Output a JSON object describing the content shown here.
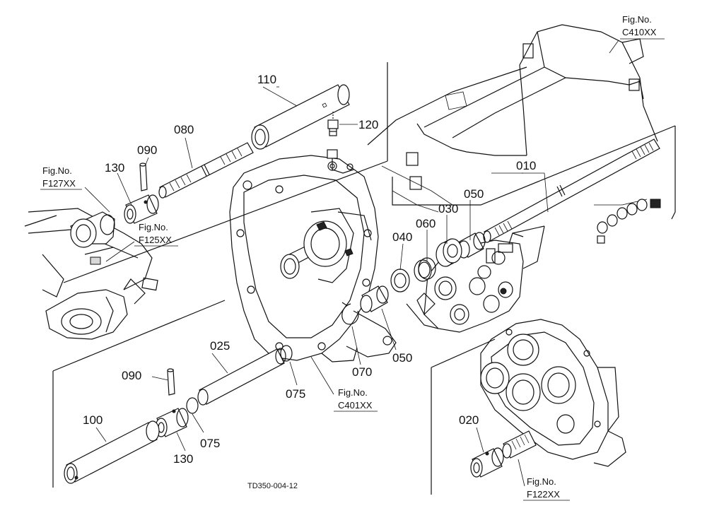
{
  "diagram_code": "TD350-004-12",
  "part_numbers": {
    "p010": "010",
    "p020": "020",
    "p025": "025",
    "p030": "030",
    "p040": "040",
    "p050_upper": "050",
    "p050_lower": "050",
    "p060": "060",
    "p070": "070",
    "p075_right": "075",
    "p075_left": "075",
    "p080": "080",
    "p090_upper": "090",
    "p090_lower": "090",
    "p100": "100",
    "p110": "110",
    "p120": "120",
    "p130_upper": "130",
    "p130_lower": "130"
  },
  "figure_refs": {
    "c410": {
      "label": "Fig.No.",
      "code": "C410XX"
    },
    "f127": {
      "label": "Fig.No.",
      "code": "F127XX"
    },
    "f125": {
      "label": "Fig.No.",
      "code": "F125XX"
    },
    "c401": {
      "label": "Fig.No.",
      "code": "C401XX"
    },
    "f122": {
      "label": "Fig.No.",
      "code": "F122XX"
    }
  }
}
